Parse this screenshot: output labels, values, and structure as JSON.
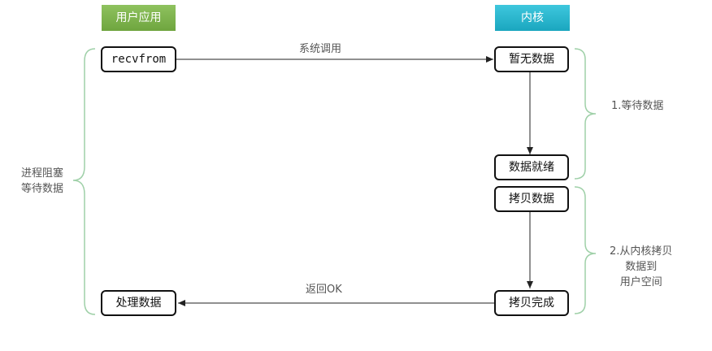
{
  "headers": {
    "user": "用户应用",
    "kernel": "内核"
  },
  "boxes": {
    "recvfrom": "recvfrom",
    "no_data": "暂无数据",
    "data_ready": "数据就绪",
    "copy_data": "拷贝数据",
    "copy_done": "拷贝完成",
    "process_data": "处理数据"
  },
  "arrows": {
    "syscall": "系统调用",
    "return_ok": "返回OK"
  },
  "left_note": [
    "进程阻塞",
    "等待数据"
  ],
  "right_notes": {
    "stage1": "1.等待数据",
    "stage2": [
      "2.从内核拷贝",
      "数据到",
      "用户空间"
    ]
  },
  "colors": {
    "user_header": "#7ab34a",
    "kernel_header": "#22b0c8",
    "brace": "#9fd0a8"
  }
}
